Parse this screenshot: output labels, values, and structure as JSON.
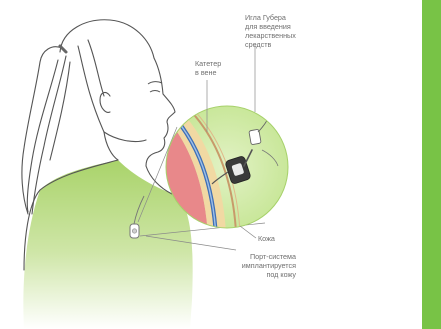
{
  "labels": {
    "needle": "Игла Губера\nдля введения\nлекарственных\nсредств",
    "catheter": "Катетер\nв вене",
    "skin": "Кожа",
    "port": "Порт-система\nимплантируется\nпод кожу"
  },
  "colors": {
    "accent_green": "#8cc63f",
    "bar_green": "#78c346",
    "line": "#8a8a8a",
    "tissue_red": "#e8888a",
    "fat_yellow": "#f1d9a3"
  }
}
